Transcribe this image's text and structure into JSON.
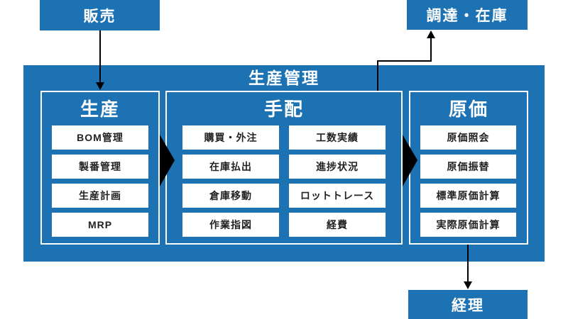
{
  "nodes": {
    "sales": {
      "label": "販売"
    },
    "procurement": {
      "label": "調達・在庫"
    },
    "accounting": {
      "label": "経理"
    }
  },
  "main": {
    "title": "生産管理",
    "groups": [
      {
        "title": "生産",
        "items": [
          "BOM管理",
          "製番管理",
          "生産計画",
          "MRP"
        ]
      },
      {
        "title": "手配",
        "columns": [
          [
            "購買・外注",
            "在庫払出",
            "倉庫移動",
            "作業指図"
          ],
          [
            "工数実績",
            "進捗状況",
            "ロットトレース",
            "経費"
          ]
        ]
      },
      {
        "title": "原価",
        "items": [
          "原価照会",
          "原価振替",
          "標準原価計算",
          "実際原価計算"
        ]
      }
    ]
  },
  "icons": {
    "flow_triangle": "right-pointing-triangle",
    "arrows": "black-line-arrows"
  },
  "colors": {
    "primary": "#1d72b4",
    "box_text": "#ffffff",
    "item_bg": "#ffffff",
    "item_text": "#222222",
    "arrow": "#000000"
  }
}
